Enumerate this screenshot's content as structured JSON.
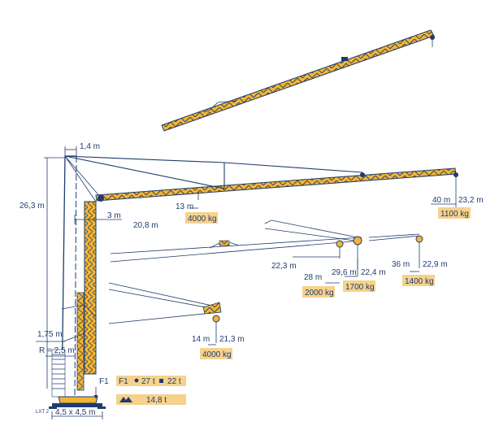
{
  "colors": {
    "structure": "#1f3c6d",
    "jib_fill": "#f2b533",
    "label_box": "#f6d28d",
    "background": "#ffffff"
  },
  "dims": {
    "top_offset": "1,4 m",
    "height": "26,3 m",
    "first_offset": "3 m",
    "span_20": "20,8 m",
    "radius_13": "13 m",
    "radius_40": "40 m",
    "height_23": "23,2 m",
    "height_22_3": "22,3 m",
    "radius_28": "28 m",
    "radius_29": "29,6 m",
    "height_22_4": "22,4 m",
    "radius_36": "36 m",
    "height_22_9": "22,9 m",
    "radius_14": "14 m",
    "height_21": "21,3 m",
    "base_offset": "1,75 m",
    "radius_label": "R = 2,5 m",
    "base_size": "4,5 x 4,5 m",
    "force": "F1"
  },
  "loads": {
    "l13": "4000 kg",
    "l40": "1100 kg",
    "l28": "2000 kg",
    "l29": "1700 kg",
    "l36": "1400 kg",
    "l14": "4000 kg"
  },
  "legend": {
    "f1": "F1",
    "w1": "27 t",
    "w2": "22 t",
    "w3": "14,8 t"
  },
  "model": "LXT 2"
}
